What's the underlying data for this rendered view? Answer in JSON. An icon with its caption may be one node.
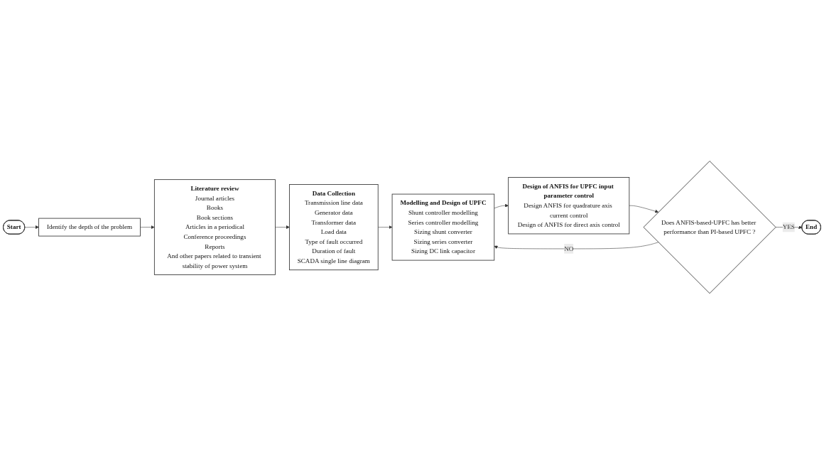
{
  "diagram": {
    "nodes": [
      {
        "text": [
          "Start"
        ]
      },
      {
        "text": [
          "Identify the depth of the problem"
        ]
      },
      {
        "text": [
          "Literature review",
          "Journal articles",
          "Books",
          "Book sections",
          "Articles in a periodical",
          "Conference proceedings",
          "Reports",
          "And other papers related to transient stability of power system"
        ]
      },
      {
        "text": [
          "Data Collection",
          "Transmission line data",
          "Generator data",
          "Transformer data",
          "Load data",
          "Type of fault occurred",
          "Duration of fault",
          "SCADA single line diagram"
        ]
      },
      {
        "text": [
          "Modelling and Design of UPFC",
          "Shunt controller modelling",
          "Series controller modelling",
          "Sizing shunt converter",
          "Sizing series converter",
          "Sizing DC link capacitor"
        ]
      },
      {
        "text": [
          "Design of ANFIS for UPFC input parameter control",
          "Design ANFIS for quadrature axis current control",
          "Design of ANFIS for direct axis control"
        ]
      },
      {
        "text": [
          "Does ANFIS-based-UPFC has better performance than PI-based UPFC ?"
        ]
      },
      {
        "text": [
          "End"
        ]
      }
    ],
    "edges": [
      {
        "from": 0,
        "to": 1,
        "arrow": "to"
      },
      {
        "from": 1,
        "to": 2,
        "arrow": "to"
      },
      {
        "from": 2,
        "to": 3,
        "arrow": "to"
      },
      {
        "from": 3,
        "to": 4,
        "arrow": "to"
      },
      {
        "from": 4,
        "to": 5,
        "arrow": "to"
      },
      {
        "from": 5,
        "to": 6,
        "arrow": "to"
      },
      {
        "from": 6,
        "to": 4,
        "label": "NO",
        "arrow": "to"
      },
      {
        "from": 6,
        "to": 7,
        "label": "YES",
        "arrow": "to"
      }
    ]
  }
}
